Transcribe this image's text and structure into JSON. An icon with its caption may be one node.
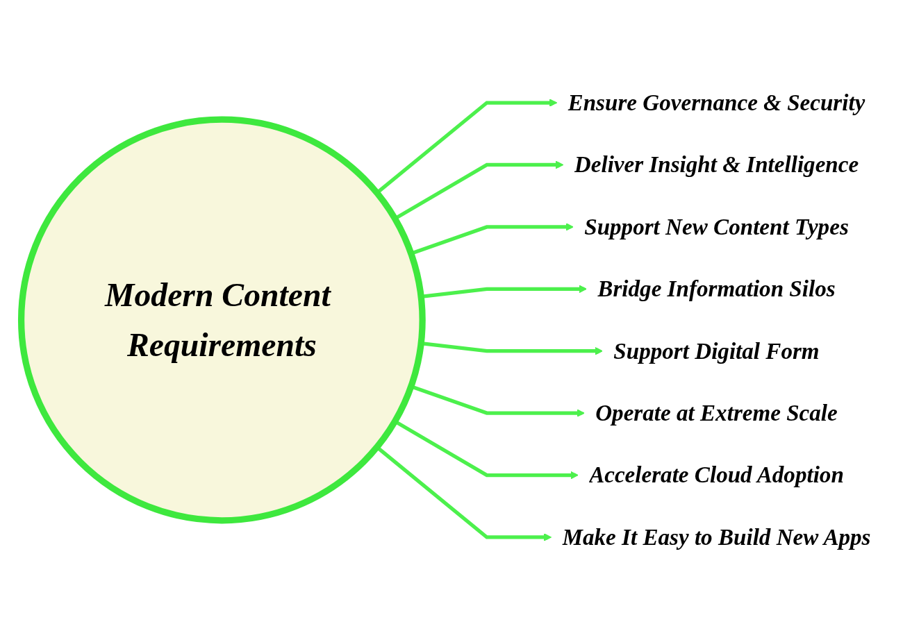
{
  "diagram": {
    "nodes": [
      {
        "text": [
          "Modern Content Requirements"
        ]
      },
      {
        "text": [
          "Ensure Governance & Security"
        ]
      },
      {
        "text": [
          "Deliver Insight & Intelligence"
        ]
      },
      {
        "text": [
          "Support New Content Types"
        ]
      },
      {
        "text": [
          "Bridge Information Silos"
        ]
      },
      {
        "text": [
          "Support Digital Form"
        ]
      },
      {
        "text": [
          "Operate at Extreme Scale"
        ]
      },
      {
        "text": [
          "Accelerate Cloud Adoption"
        ]
      },
      {
        "text": [
          "Make It Easy to Build New Apps"
        ]
      }
    ],
    "edges": [
      {
        "from": 0,
        "to": 1,
        "arrow": "to"
      },
      {
        "from": 0,
        "to": 2,
        "arrow": "to"
      },
      {
        "from": 0,
        "to": 3,
        "arrow": "to"
      },
      {
        "from": 0,
        "to": 4,
        "arrow": "to"
      },
      {
        "from": 0,
        "to": 5,
        "arrow": "to"
      },
      {
        "from": 0,
        "to": 6,
        "arrow": "to"
      },
      {
        "from": 0,
        "to": 7,
        "arrow": "to"
      },
      {
        "from": 0,
        "to": 8,
        "arrow": "to"
      }
    ]
  }
}
